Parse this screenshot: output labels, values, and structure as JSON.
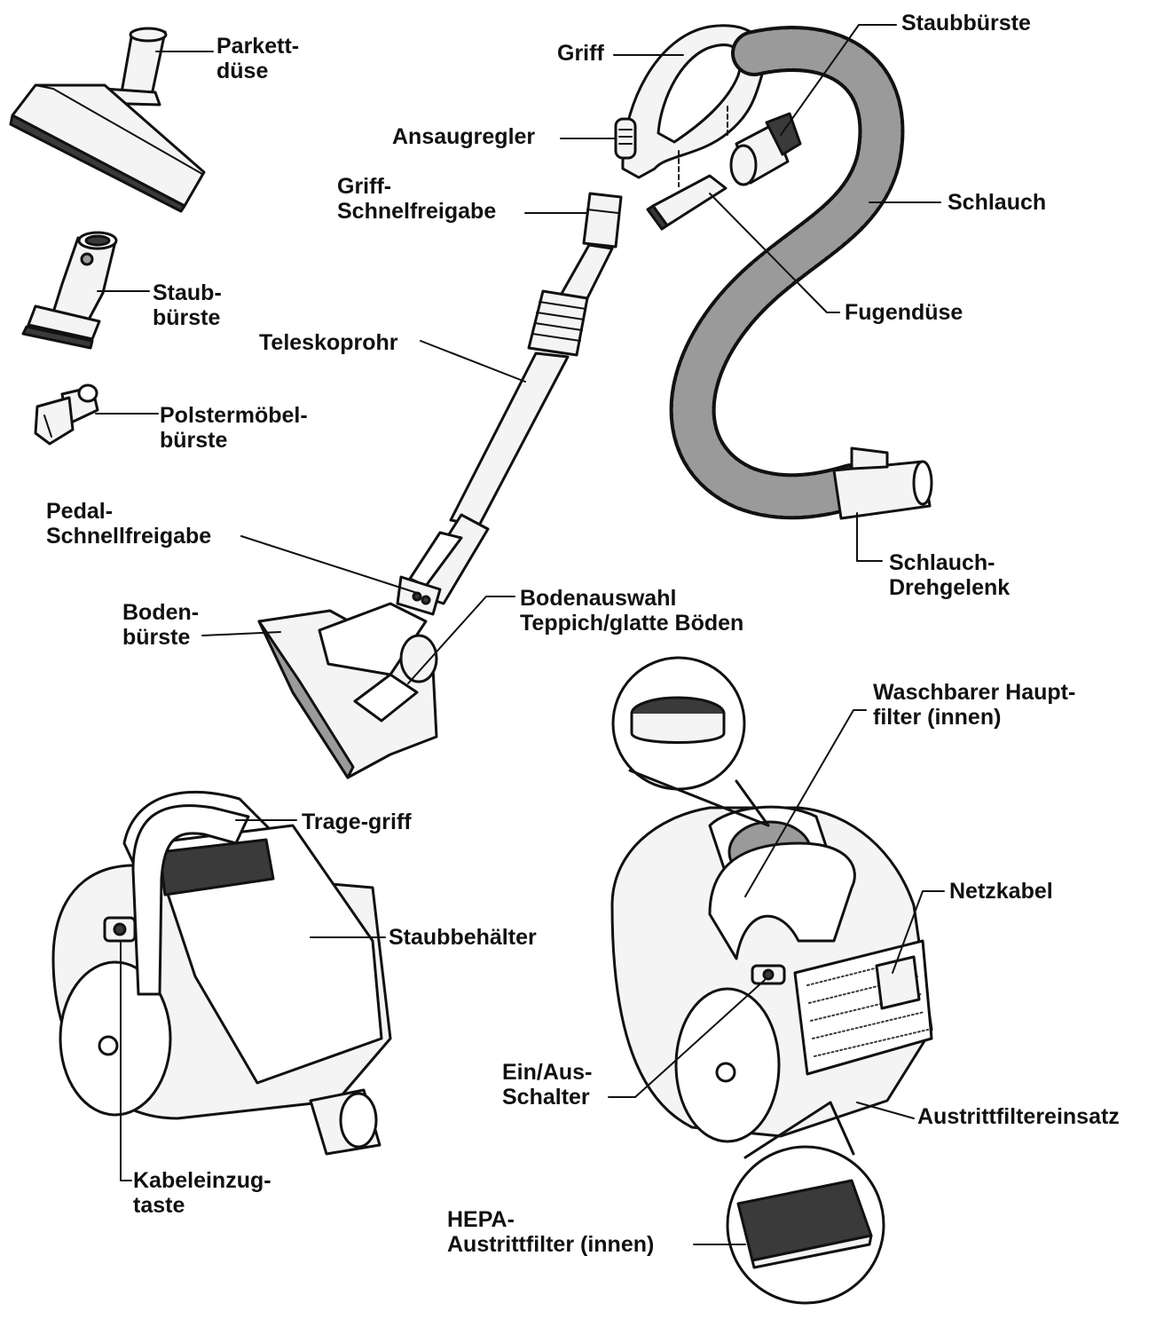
{
  "colors": {
    "ink": "#111111",
    "shade": "#9a9a9a",
    "fill": "#f4f4f4",
    "dark": "#3a3a3a"
  },
  "labels": {
    "parkettduese": [
      "Parkett-",
      "düse"
    ],
    "griff": [
      "Griff"
    ],
    "staubbuerste_top": [
      "Staubbürste"
    ],
    "ansaugregler": [
      "Ansaugregler"
    ],
    "griff_schnellfreigabe": [
      "Griff-",
      "Schnelfreigabe"
    ],
    "schlauch": [
      "Schlauch"
    ],
    "staubbuerste_left": [
      "Staub-",
      "bürste"
    ],
    "teleskoprohr": [
      "Teleskoprohr"
    ],
    "fugenduese": [
      "Fugendüse"
    ],
    "polstermoebelbuerste": [
      "Polstermöbel-",
      "bürste"
    ],
    "pedal_schnellfreigabe": [
      "Pedal-",
      "Schnellfreigabe"
    ],
    "schlauch_drehgelenk": [
      "Schlauch-",
      "Drehgelenk"
    ],
    "bodenauswahl": [
      "Bodenauswahl",
      "Teppich/glatte Böden"
    ],
    "bodenbuerste": [
      "Boden-",
      "bürste"
    ],
    "waschbarer_hauptfilter": [
      "Waschbarer Haupt-",
      "filter (innen)"
    ],
    "tragegriff": [
      "Trage-griff"
    ],
    "netzkabel": [
      "Netzkabel"
    ],
    "staubbehaelter": [
      "Staubbehälter"
    ],
    "ein_aus_schalter": [
      "Ein/Aus-",
      "Schalter"
    ],
    "austrittfiltereinsatz": [
      "Austrittfiltereinsatz"
    ],
    "kabeleinzugtaste": [
      "Kabeleinzug-",
      "taste"
    ],
    "hepa_austrittfilter": [
      "HEPA-",
      "Austrittfilter (innen)"
    ]
  }
}
